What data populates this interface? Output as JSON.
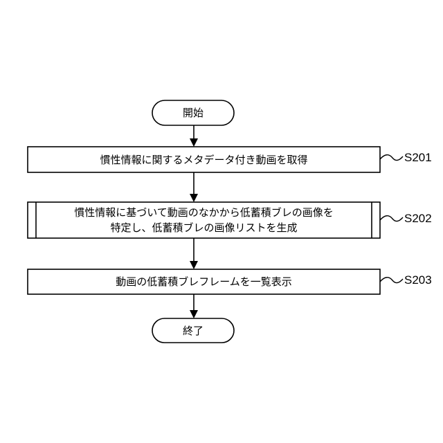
{
  "flowchart": {
    "start": {
      "label": "開始"
    },
    "steps": [
      {
        "id": "S201",
        "lines": [
          "慣性情報に関するメタデータ付き動画を取得"
        ]
      },
      {
        "id": "S202",
        "lines": [
          "慣性情報に基づいて動画のなかから低蓄積ブレの画像を",
          "特定し、低蓄積ブレの画像リストを生成"
        ]
      },
      {
        "id": "S203",
        "lines": [
          "動画の低蓄積ブレフレームを一覧表示"
        ]
      }
    ],
    "end": {
      "label": "終了"
    }
  }
}
